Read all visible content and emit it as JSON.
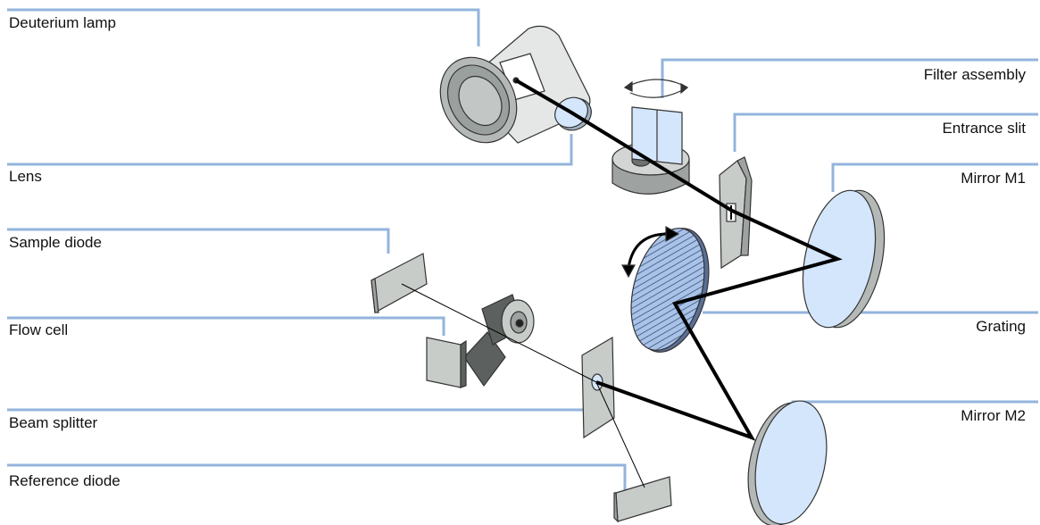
{
  "labels": {
    "deuterium_lamp": "Deuterium lamp",
    "lens": "Lens",
    "sample_diode": "Sample diode",
    "flow_cell": "Flow cell",
    "beam_splitter": "Beam splitter",
    "reference_diode": "Reference diode",
    "filter_assembly": "Filter assembly",
    "entrance_slit": "Entrance slit",
    "mirror_m1": "Mirror M1",
    "grating": "Grating",
    "mirror_m2": "Mirror M2"
  },
  "colors": {
    "leader_line": "#93b4dc",
    "optic_blue": "#d4e6fb",
    "part_grey": "#c8ccc9",
    "dark_grey": "#5c605e",
    "beam": "#000000"
  }
}
